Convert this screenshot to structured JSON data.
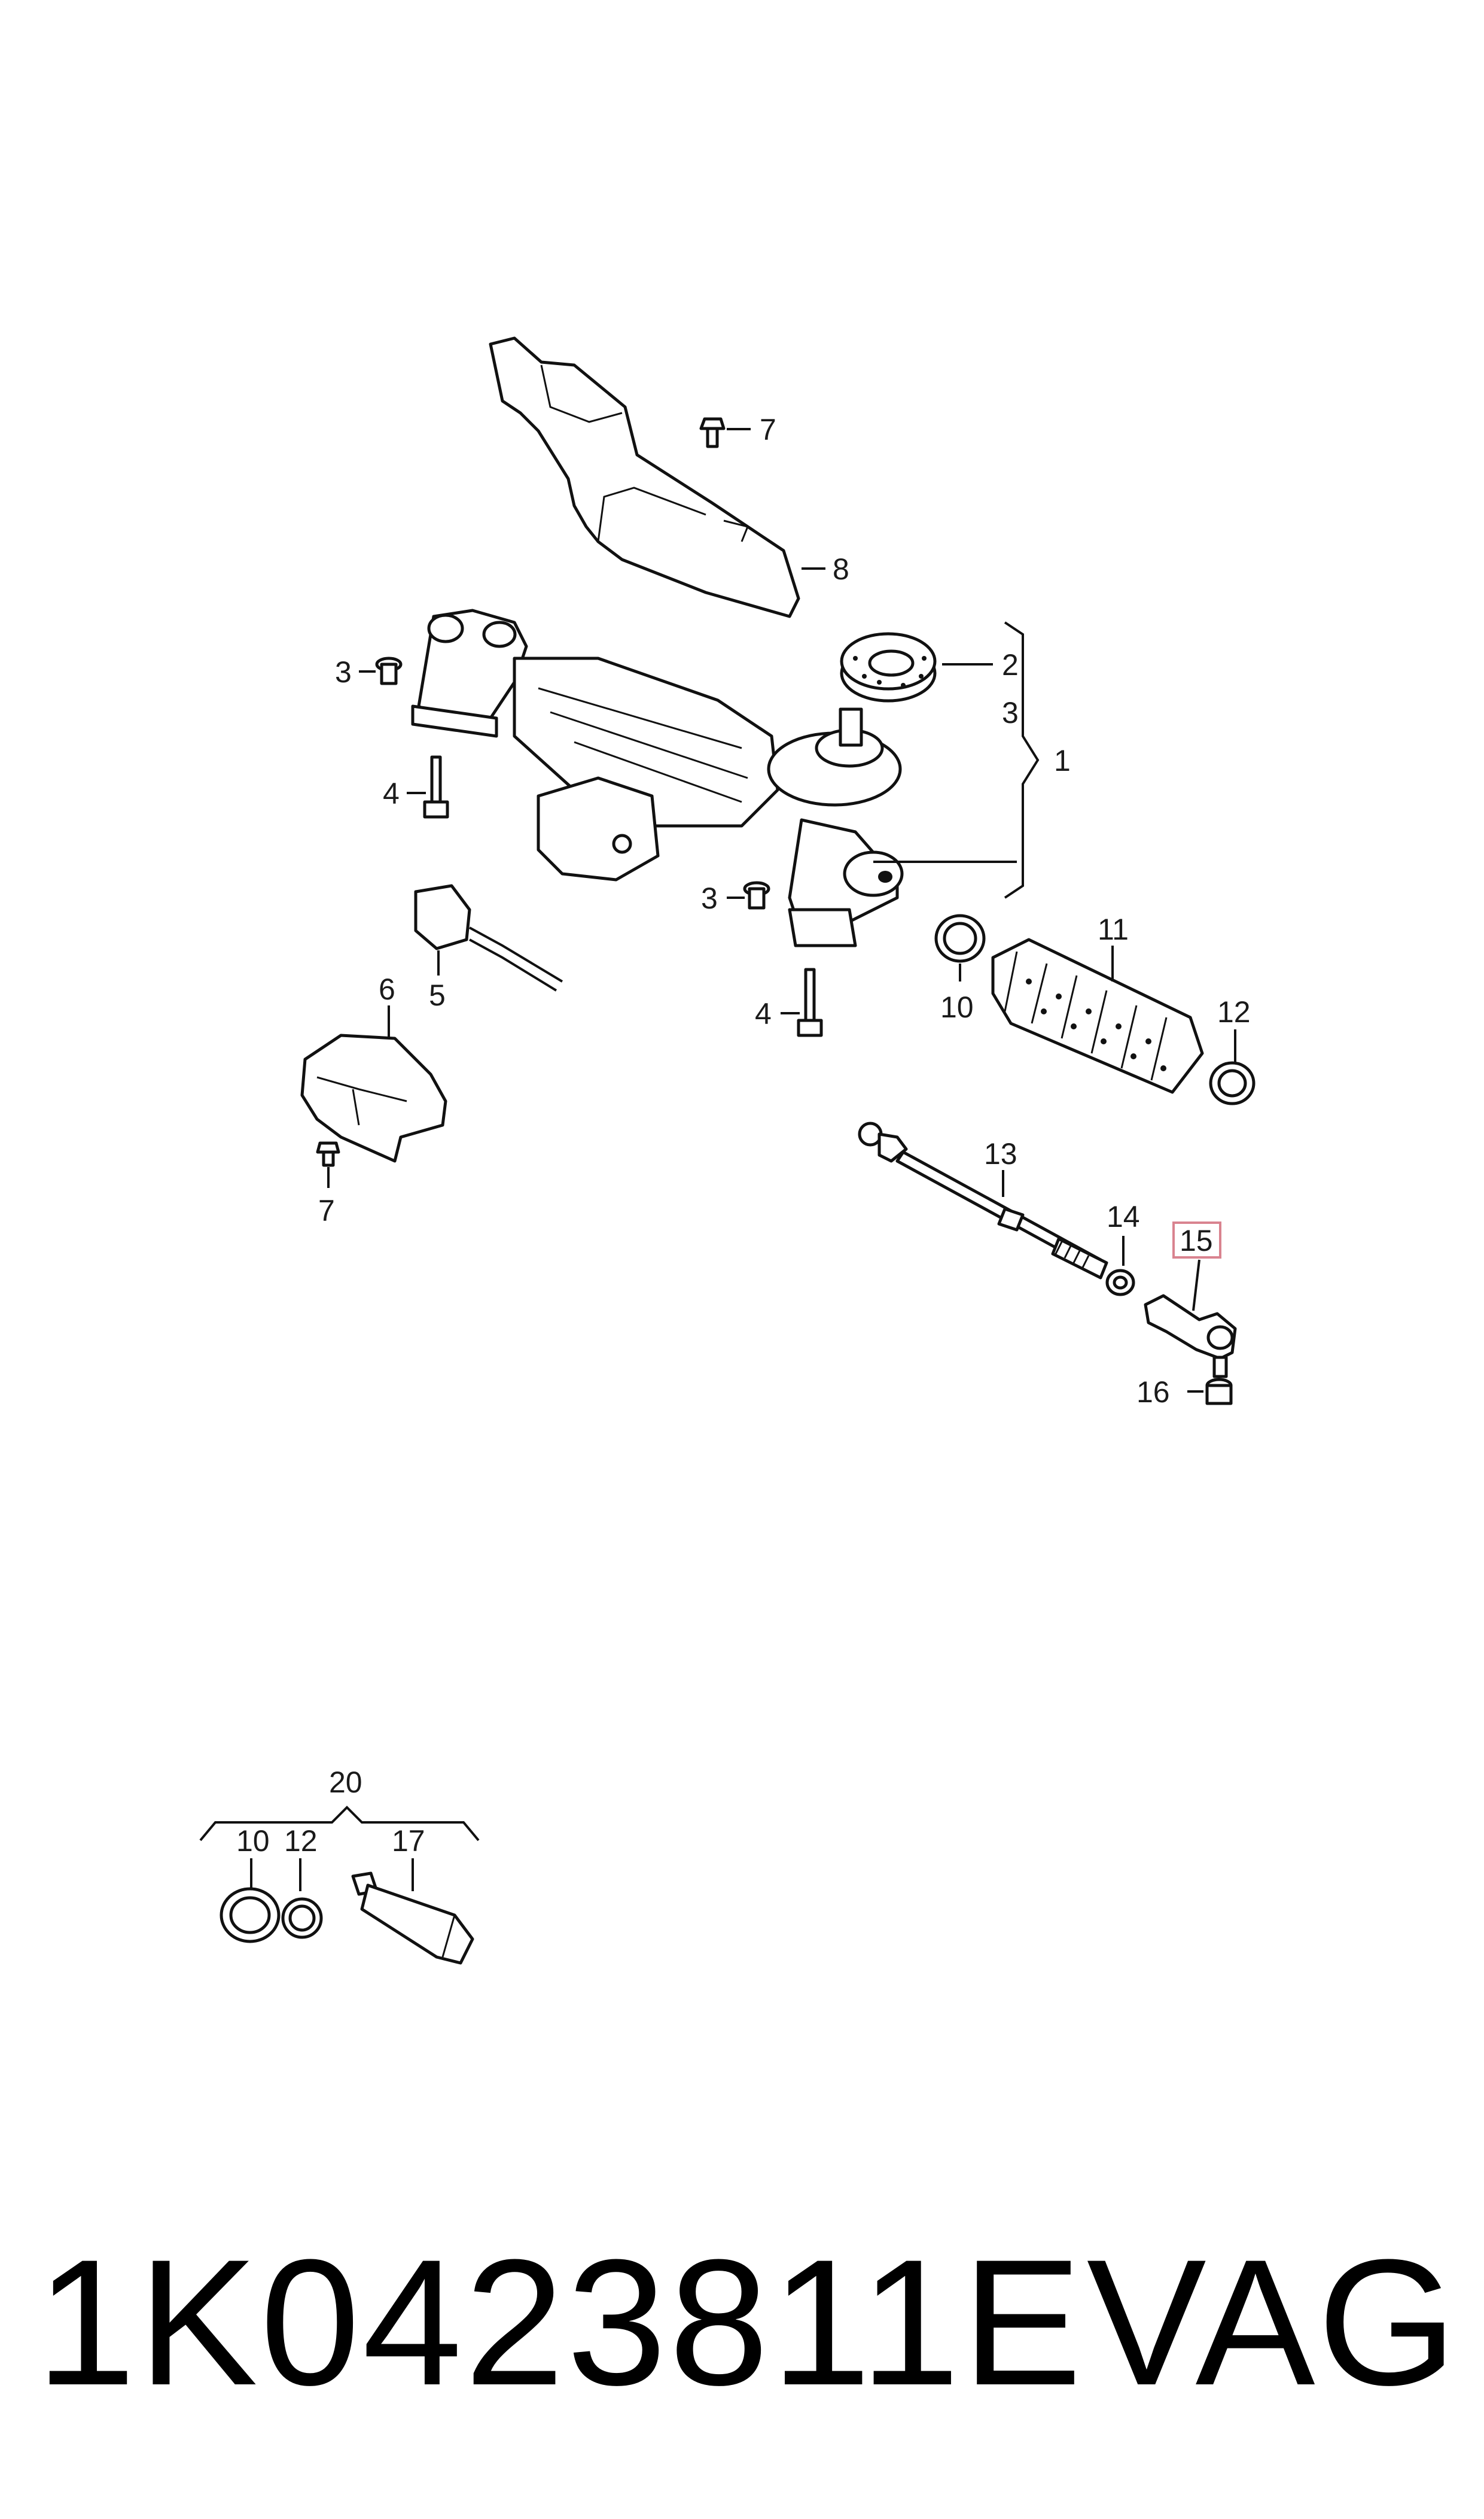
{
  "callouts": {
    "c1": "1",
    "c2": "2",
    "c3a": "3",
    "c3b": "3",
    "c3c": "3",
    "c4a": "4",
    "c4b": "4",
    "c5": "5",
    "c6": "6",
    "c7a": "7",
    "c7b": "7",
    "c8": "8",
    "c10a": "10",
    "c10b": "10",
    "c11": "11",
    "c12a": "12",
    "c12b": "12",
    "c13": "13",
    "c14": "14",
    "c15": "15",
    "c16": "16",
    "c17": "17",
    "c20": "20"
  },
  "highlight_color": "#d9838f",
  "footer": {
    "part_number": "1K0423811E",
    "brand": "VAG"
  }
}
